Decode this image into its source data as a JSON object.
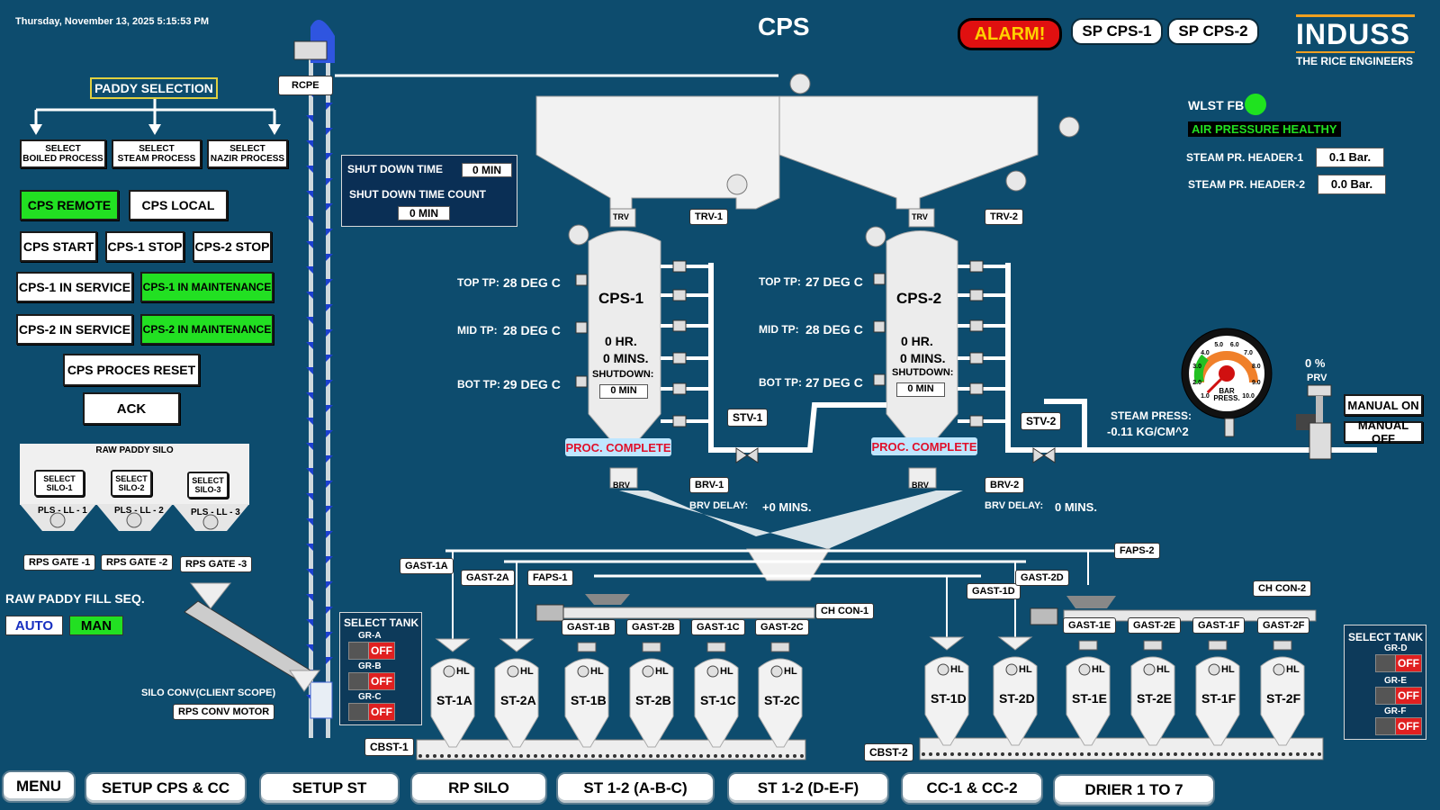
{
  "header": {
    "datetime": "Thursday, November 13, 2025 5:15:53 PM",
    "title": "CPS",
    "alarm": "ALARM!",
    "sp_cps1": "SP CPS-1",
    "sp_cps2": "SP CPS-2",
    "brand_name": "INDUSS",
    "brand_tagline": "THE RICE ENGINEERS"
  },
  "left": {
    "paddy_selection": "PADDY SELECTION",
    "select_boiled": [
      "SELECT",
      "BOILED PROCESS"
    ],
    "select_steam": [
      "SELECT",
      "STEAM PROCESS"
    ],
    "select_nazir": [
      "SELECT",
      "NAZIR PROCESS"
    ],
    "cps_remote": "CPS REMOTE",
    "cps_local": "CPS LOCAL",
    "cps_start": "CPS START",
    "cps1_stop": "CPS-1 STOP",
    "cps2_stop": "CPS-2 STOP",
    "cps1_in_service": "CPS-1 IN SERVICE",
    "cps1_in_maint": "CPS-1 IN MAINTENANCE",
    "cps2_in_service": "CPS-2 IN SERVICE",
    "cps2_in_maint": "CPS-2 IN MAINTENANCE",
    "cps_reset": "CPS PROCES RESET",
    "ack": "ACK",
    "raw_paddy_silo": "RAW PADDY SILO",
    "select_silo": [
      [
        "SELECT",
        "SILO-1"
      ],
      [
        "SELECT",
        "SILO-2"
      ],
      [
        "SELECT",
        "SILO-3"
      ]
    ],
    "pls": [
      "PLS - LL - 1",
      "PLS - LL - 2",
      "PLS - LL - 3"
    ],
    "rps_gates": [
      "RPS GATE -1",
      "RPS GATE -2",
      "RPS GATE -3"
    ],
    "raw_fill_seq": "RAW PADDY FILL SEQ.",
    "auto": "AUTO",
    "man": "MAN",
    "silo_conv": "SILO CONV(CLIENT SCOPE)",
    "rps_conv_motor": "RPS CONV MOTOR",
    "rcpe": "RCPE"
  },
  "shutdown": {
    "time_label": "SHUT DOWN  TIME",
    "time_value": "0 MIN",
    "count_label": "SHUT DOWN  TIME COUNT",
    "count_value": "0 MIN"
  },
  "cps1": {
    "name": "CPS-1",
    "hr": "0 HR.",
    "mins": "0 MINS.",
    "shutdown_label": "SHUTDOWN:",
    "shutdown_val": "0 MIN",
    "top_label": "TOP TP:",
    "top_val": "28 DEG C",
    "mid_label": "MID TP:",
    "mid_val": "28 DEG C",
    "bot_label": "BOT TP:",
    "bot_val": "29 DEG C",
    "status": "PROC. COMPLETE",
    "trv": "TRV-1",
    "trv_short": "TRV",
    "brv": "BRV-1",
    "brv_short": "BRV",
    "stv": "STV-1",
    "brv_delay_label": "BRV DELAY:",
    "brv_delay_val": "+0 MINS."
  },
  "cps2": {
    "name": "CPS-2",
    "hr": "0 HR.",
    "mins": "0 MINS.",
    "shutdown_label": "SHUTDOWN:",
    "shutdown_val": "0 MIN",
    "top_label": "TOP TP:",
    "top_val": "27 DEG C",
    "mid_label": "MID TP:",
    "mid_val": "28 DEG C",
    "bot_label": "BOT TP:",
    "bot_val": "27 DEG C",
    "status": "PROC. COMPLETE",
    "trv": "TRV-2",
    "trv_short": "TRV",
    "brv": "BRV-2",
    "brv_short": "BRV",
    "stv": "STV-2",
    "brv_delay_label": "BRV DELAY:",
    "brv_delay_val": "0 MINS."
  },
  "right": {
    "wlst": "WLST FB",
    "air": "AIR PRESSURE HEALTHY",
    "steam1_label": "STEAM PR. HEADER-1",
    "steam1_val": "0.1 Bar.",
    "steam2_label": "STEAM PR. HEADER-2",
    "steam2_val": "0.0 Bar.",
    "gauge_ticks": [
      "1.0",
      "2.0",
      "3.0",
      "4.0",
      "5.0",
      "6.0",
      "7.0",
      "8.0",
      "9.0",
      "10.0"
    ],
    "gauge_unit": [
      "BAR",
      "PRESS."
    ],
    "gauge_value": 0.0,
    "prv_pct": "0 %",
    "prv": "PRV",
    "manual_on": "MANUAL ON",
    "manual_off": "MANUAL OFF",
    "steam_press_label": "STEAM PRESS:",
    "steam_press_val": "-0.11 KG/CM^2"
  },
  "conveyors": {
    "gast": [
      "GAST-1A",
      "GAST-2A",
      "GAST-1D",
      "GAST-2D"
    ],
    "faps1": "FAPS-1",
    "faps2": "FAPS-2",
    "chcon1": "CH CON-1",
    "chcon2": "CH CON-2",
    "cbst1": "CBST-1",
    "cbst2": "CBST-2"
  },
  "tanks_left": [
    {
      "name": "ST-1A",
      "gast": ""
    },
    {
      "name": "ST-2A",
      "gast": ""
    },
    {
      "name": "ST-1B",
      "gast": "GAST-1B"
    },
    {
      "name": "ST-2B",
      "gast": "GAST-2B"
    },
    {
      "name": "ST-1C",
      "gast": "GAST-1C"
    },
    {
      "name": "ST-2C",
      "gast": "GAST-2C"
    }
  ],
  "tanks_right": [
    {
      "name": "ST-1D",
      "gast": ""
    },
    {
      "name": "ST-2D",
      "gast": ""
    },
    {
      "name": "ST-1E",
      "gast": "GAST-1E"
    },
    {
      "name": "ST-2E",
      "gast": "GAST-2E"
    },
    {
      "name": "ST-1F",
      "gast": "GAST-1F"
    },
    {
      "name": "ST-2F",
      "gast": "GAST-2F"
    }
  ],
  "hl": "HL",
  "select_tank_left": {
    "title": "SELECT TANK",
    "groups": [
      {
        "name": "GR-A",
        "state": "OFF"
      },
      {
        "name": "GR-B",
        "state": "OFF"
      },
      {
        "name": "GR-C",
        "state": "OFF"
      }
    ]
  },
  "select_tank_right": {
    "title": "SELECT TANK",
    "groups": [
      {
        "name": "GR-D",
        "state": "OFF"
      },
      {
        "name": "GR-E",
        "state": "OFF"
      },
      {
        "name": "GR-F",
        "state": "OFF"
      }
    ]
  },
  "nav": [
    "MENU",
    "SETUP CPS & CC",
    "SETUP ST",
    "RP SILO",
    "ST 1-2 (A-B-C)",
    "ST 1-2 (D-E-F)",
    "CC-1 & CC-2",
    "DRIER 1 TO 7"
  ],
  "colors": {
    "bg": "#0d4c6e",
    "green": "#22e022",
    "alarm": "#e01010",
    "alarm_text": "#ffd000",
    "status_bg": "#bfe6ff",
    "status_text": "#e0102a"
  }
}
